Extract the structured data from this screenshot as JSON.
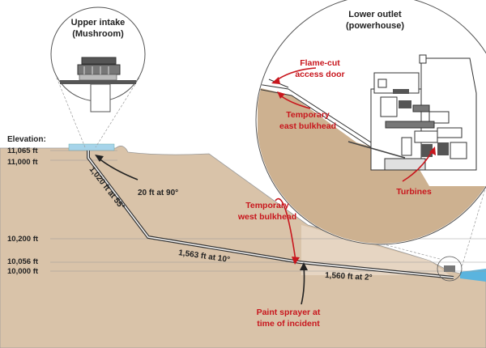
{
  "callouts": {
    "upper_intake": {
      "line1": "Upper intake",
      "line2": "(Mushroom)"
    },
    "lower_outlet": {
      "line1": "Lower outlet",
      "line2": "(powerhouse)"
    }
  },
  "elevations": {
    "title": "Elevation:",
    "levels": [
      "11,065 ft",
      "11,000 ft",
      "10,200 ft",
      "10,056 ft",
      "10,000 ft"
    ]
  },
  "segments": {
    "shaft_top": "20 ft at 90°",
    "incline": "1,020 ft at 55°",
    "middle": "1,563 ft at 10°",
    "lower": "1,560 ft at 2°"
  },
  "annotations": {
    "flame_cut": {
      "line1": "Flame-cut",
      "line2": "access door"
    },
    "east_bulkhead": {
      "line1": "Temporary",
      "line2": "east bulkhead"
    },
    "west_bulkhead": {
      "line1": "Temporary",
      "line2": "west bulkhead"
    },
    "turbines": "Turbines",
    "paint_sprayer": {
      "line1": "Paint sprayer at",
      "line2": "time of incident"
    }
  },
  "colors": {
    "ground": "#d9c3a9",
    "water": "#a6d4ea",
    "accent": "#c8161d",
    "outline": "#333333"
  }
}
